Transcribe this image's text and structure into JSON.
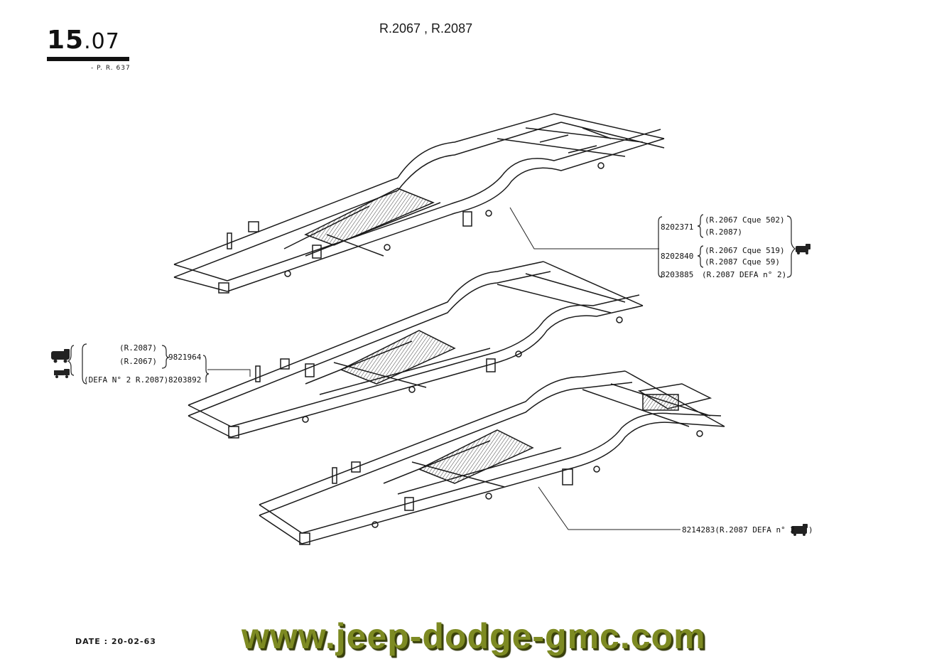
{
  "header": {
    "section_major": "15",
    "section_minor": ".07",
    "pr_ref": "- P. R. 637",
    "title": "R.2067 , R.2087"
  },
  "callout_top": {
    "parts": [
      {
        "number": "8202371",
        "variants": [
          "(R.2067 Cque 502)",
          "(R.2087)"
        ]
      },
      {
        "number": "8202840",
        "variants": [
          "(R.2067 Cque 519)",
          "(R.2087 Cque 59)"
        ]
      },
      {
        "number": "8203885",
        "variants": [
          "(R.2087 DEFA n° 2)"
        ]
      }
    ],
    "vehicle_icon": "van-icon"
  },
  "callout_middle": {
    "rows": [
      {
        "variant": "(R.2087)"
      },
      {
        "variant": "(R.2067)"
      },
      {
        "variant": "(DEFA N° 2 R.2087)"
      }
    ],
    "parts": [
      "9821964",
      "8203892"
    ],
    "vehicle_icons": [
      "van-icon",
      "truck-icon"
    ]
  },
  "callout_bottom": {
    "number": "8214283",
    "variant": "(R.2087 DEFA n° 2",
    "suffix": ")",
    "vehicle_icon": "van-icon"
  },
  "footer": {
    "date": "DATE : 20-02-63",
    "watermark": "www.jeep-dodge-gmc.com"
  }
}
